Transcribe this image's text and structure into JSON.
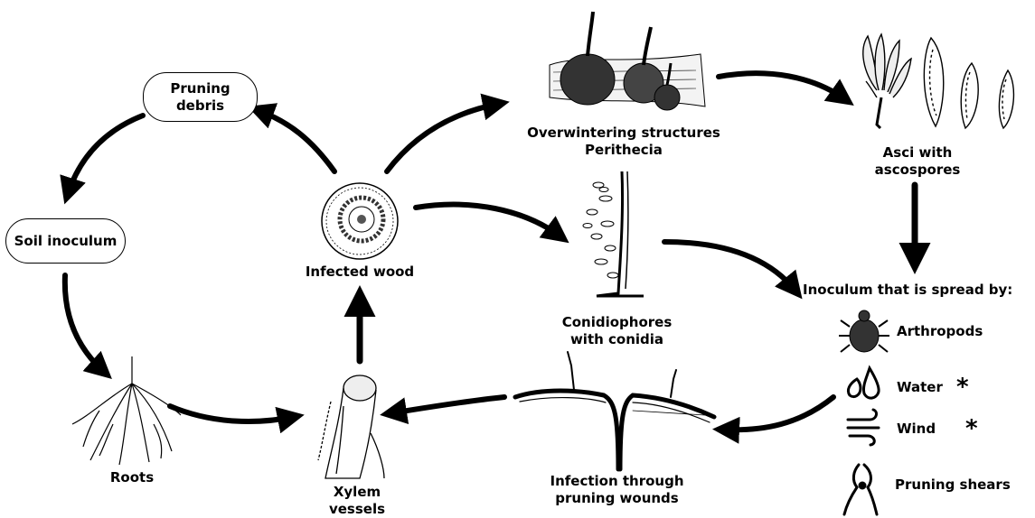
{
  "nodes": {
    "pruning_debris": [
      "Pruning",
      "debris"
    ],
    "soil_inoculum": "Soil inoculum",
    "infected_wood": "Infected wood",
    "roots": "Roots",
    "xylem": [
      "Xylem",
      "vessels"
    ],
    "perithecia": [
      "Overwintering structures",
      "Perithecia"
    ],
    "asci": [
      "Asci with",
      "ascospores"
    ],
    "conidiophores": [
      "Conidiophores",
      "with conidia"
    ],
    "infection": [
      "Infection through",
      "pruning wounds"
    ],
    "inoculum_header": "Inoculum that is spread by:"
  },
  "spread": [
    {
      "label": "Arthropods",
      "icon": "beetle-icon",
      "star": ""
    },
    {
      "label": "Water",
      "icon": "water-drops-icon",
      "star": "*"
    },
    {
      "label": "Wind",
      "icon": "wind-icon",
      "star": "*"
    },
    {
      "label": "Pruning shears",
      "icon": "pruning-shears-icon",
      "star": ""
    }
  ]
}
